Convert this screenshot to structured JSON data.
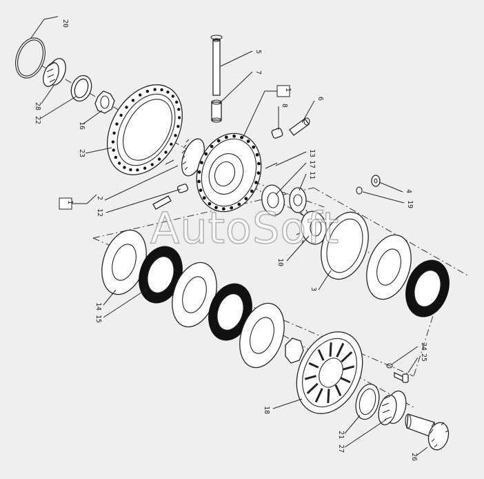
{
  "callouts": {
    "c20": "20",
    "c28": "28",
    "c22a": "22",
    "c16": "16",
    "c23": "23",
    "c5": "5",
    "c7": "7",
    "c1a": "1",
    "c8": "8",
    "c6": "6",
    "c13": "13",
    "c17": "17",
    "c11": "11",
    "c4": "4",
    "c19": "19",
    "c1b": "1",
    "c2": "2",
    "c12": "12",
    "c10": "10",
    "c14": "14",
    "c15": "15",
    "c3": "3",
    "c24": "24",
    "c25": "25",
    "c18": "18",
    "c21": "21",
    "c27": "27",
    "c26": "26"
  },
  "watermark": "AutoSoft"
}
